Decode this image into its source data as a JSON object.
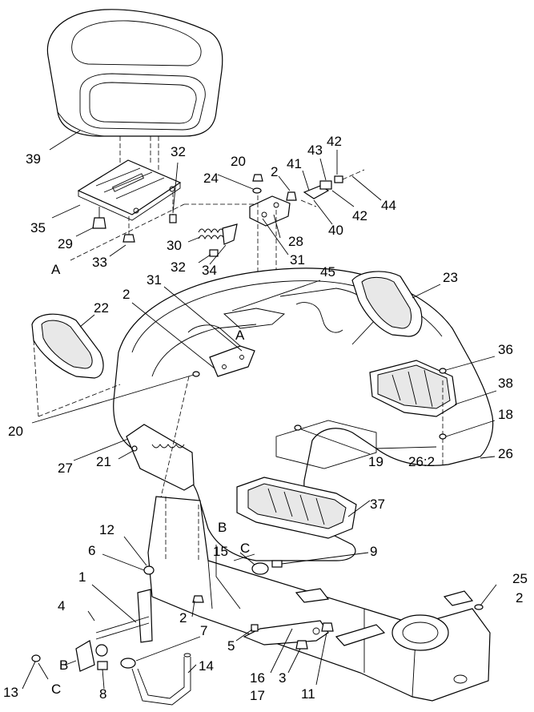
{
  "callouts": {
    "c1": "1",
    "c2a": "2",
    "c2b": "2",
    "c2c": "2",
    "c2d": "2",
    "c3": "3",
    "c4": "4",
    "c5": "5",
    "c6": "6",
    "c7": "7",
    "c8": "8",
    "c9": "9",
    "c11": "11",
    "c12": "12",
    "c13": "13",
    "c14": "14",
    "c15": "15",
    "c16": "16",
    "c17": "17",
    "c18": "18",
    "c19": "19",
    "c20a": "20",
    "c20b": "20",
    "c21": "21",
    "c22": "22",
    "c23": "23",
    "c24": "24",
    "c25": "25",
    "c26": "26",
    "c26_2": "26:2",
    "c27": "27",
    "c28": "28",
    "c29": "29",
    "c30": "30",
    "c31a": "31",
    "c31b": "31",
    "c32a": "32",
    "c32b": "32",
    "c33": "33",
    "c34": "34",
    "c35": "35",
    "c36": "36",
    "c37": "37",
    "c38": "38",
    "c39": "39",
    "c40": "40",
    "c41": "41",
    "c42a": "42",
    "c42b": "42",
    "c43": "43",
    "c44": "44",
    "c45": "45"
  },
  "refs": {
    "a1": "A",
    "a2": "A",
    "b1": "B",
    "b2": "B",
    "ct1": "C",
    "ct2": "C"
  }
}
